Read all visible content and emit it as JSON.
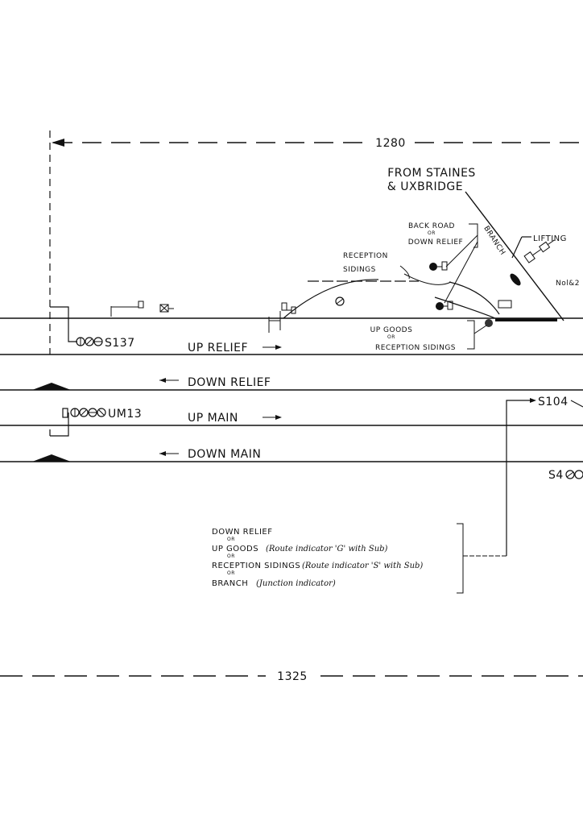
{
  "dimensions": {
    "top": "1280",
    "bottom": "1325"
  },
  "origin": {
    "line1": "FROM STAINES",
    "line2": "& UXBRIDGE"
  },
  "labels": {
    "back_road": "BACK ROAD",
    "or1": "OR",
    "down_relief_small": "DOWN RELIEF",
    "branch": "BRANCH",
    "lifting": "LIFTING",
    "no12": "Nol&2",
    "reception": "RECEPTION",
    "sidings": "SIDINGS",
    "up_goods": "UP GOODS",
    "or2": "OR",
    "reception_sidings": "RECEPTION SIDINGS"
  },
  "tracks": {
    "up_relief": "UP RELIEF",
    "down_relief": "DOWN RELIEF",
    "up_main": "UP MAIN",
    "down_main": "DOWN MAIN"
  },
  "signals": {
    "s137": "S137",
    "um13": "UM13",
    "s104": "S104",
    "s4": "S4"
  },
  "note": {
    "line1": "DOWN RELIEF",
    "or_a": "OR",
    "line2_a": "UP GOODS",
    "line2_b": "(Route indicator 'G' with Sub)",
    "or_b": "OR",
    "line3_a": "RECEPTION SIDINGS",
    "line3_b": "(Route indicator 'S' with Sub)",
    "or_c": "OR",
    "line4_a": "BRANCH",
    "line4_b": "(Junction indicator)"
  }
}
